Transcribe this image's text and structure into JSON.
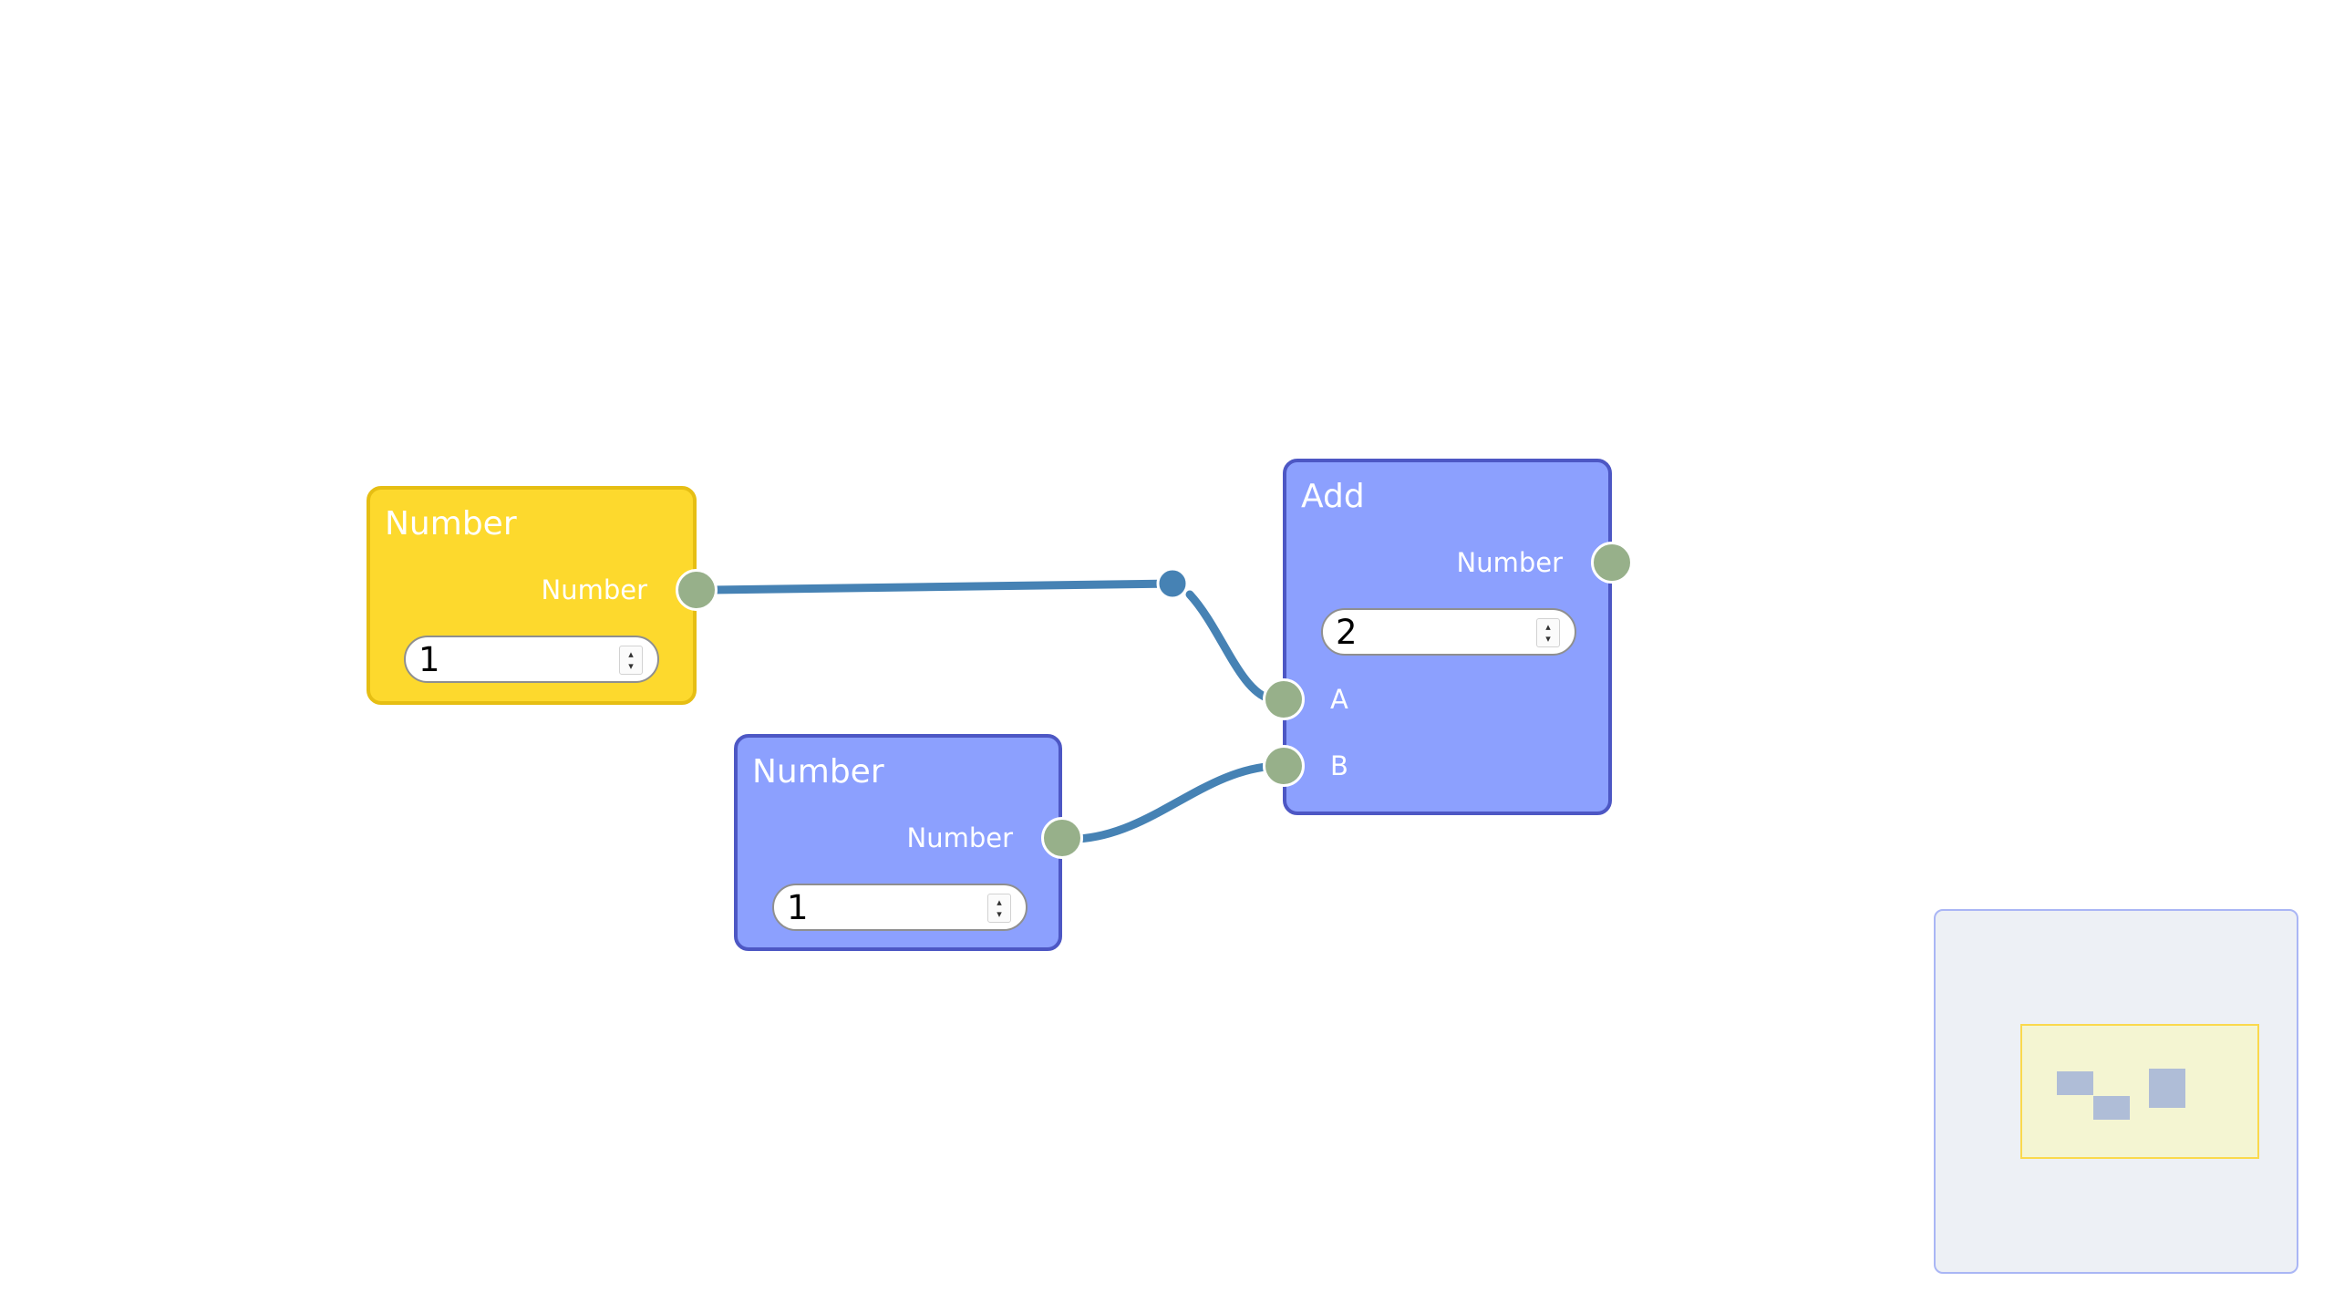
{
  "nodes": {
    "number_yellow": {
      "title": "Number",
      "output_label": "Number",
      "value": "1"
    },
    "number_blue": {
      "title": "Number",
      "output_label": "Number",
      "value": "1"
    },
    "add": {
      "title": "Add",
      "output_label": "Number",
      "value": "2",
      "input_a_label": "A",
      "input_b_label": "B"
    }
  },
  "spinner": {
    "up_glyph": "▴",
    "down_glyph": "▾"
  },
  "colors": {
    "selected_node": "#fdd92d",
    "node": "#8ca0fe",
    "node_border": "#4d57c4",
    "port": "#97b08a",
    "wire": "#4682b4",
    "minimap_background": "#edf0f5",
    "minimap_viewport": "#f4f5d2"
  },
  "icons": {
    "port": "circle-port-icon",
    "reroute": "reroute-dot-icon",
    "spinner": "spinner-arrows-icon"
  }
}
